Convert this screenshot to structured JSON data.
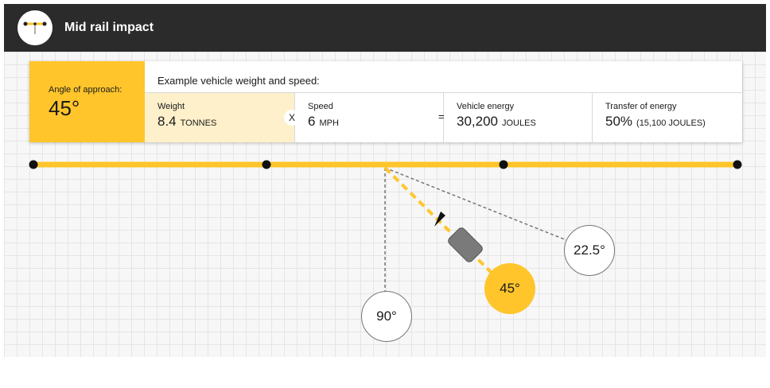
{
  "header": {
    "title": "Mid rail impact",
    "logo_icon": "rail-barrier-icon"
  },
  "panel": {
    "angle_label": "Angle of approach:",
    "angle_value": "45°",
    "example_label": "Example vehicle weight and speed:",
    "multiply_symbol": "X",
    "equals_symbol": "=",
    "weight": {
      "label": "Weight",
      "value": "8.4",
      "unit": "TONNES"
    },
    "speed": {
      "label": "Speed",
      "value": "6",
      "unit": "MPH"
    },
    "energy": {
      "label": "Vehicle energy",
      "value": "30,200",
      "unit": "JOULES"
    },
    "transfer": {
      "label": "Transfer of energy",
      "value": "50%",
      "unit": "(15,100 JOULES)"
    }
  },
  "angles": [
    {
      "label": "90°",
      "selected": false
    },
    {
      "label": "45°",
      "selected": true
    },
    {
      "label": "22.5°",
      "selected": false
    }
  ],
  "colors": {
    "accent": "#ffc52b",
    "header_bg": "#2b2b2b",
    "vehicle": "#7a7a7a"
  }
}
